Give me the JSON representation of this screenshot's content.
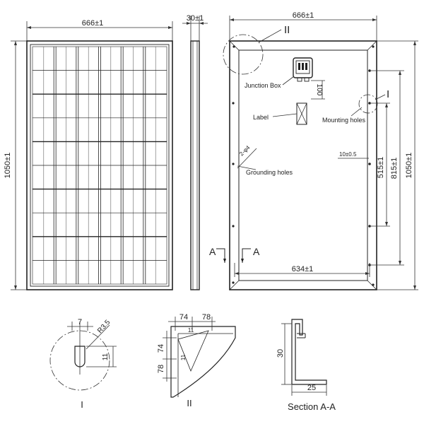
{
  "front_view": {
    "width_dim": "666±1",
    "height_dim": "1050±1"
  },
  "side_view": {
    "thickness_dim": "30±1"
  },
  "back_view": {
    "width_dim": "666±1",
    "height_dim": "1050±1",
    "hole_span_outer_dim": "815±1",
    "hole_span_inner_dim": "515±1",
    "hole_to_hole_dim": "634±1",
    "junction_box_offset_dim": "100",
    "grounding_hole_dim": "10±0.5",
    "grounding_hole_size_dim": "2-φ4",
    "detail_II_marker": "II",
    "detail_I_marker": "I",
    "section_marker_left": "A",
    "section_marker_right": "A",
    "labels": {
      "junction_box": "Junction Box",
      "label": "Label",
      "mounting_holes": "Mounting holes",
      "grounding_holes": "Grounding holes"
    }
  },
  "detail_I": {
    "title": "I",
    "dim_width": "7",
    "dim_radius": "R3.5",
    "dim_length": "11"
  },
  "detail_II": {
    "title": "II",
    "dim_top_left": "74",
    "dim_top_right": "78",
    "dim_left_upper": "74",
    "dim_left_lower": "78",
    "dim_small_a": "11",
    "dim_small_b": "11"
  },
  "section_AA": {
    "title": "Section A-A",
    "dim_height": "30",
    "dim_width": "25"
  }
}
